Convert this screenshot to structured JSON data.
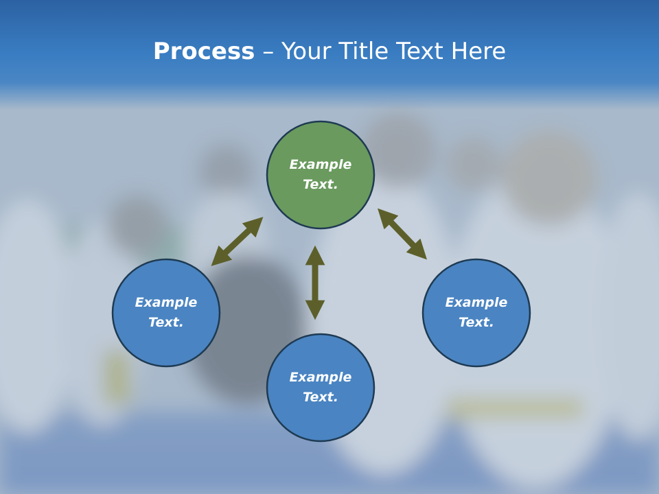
{
  "title": {
    "bold": "Process",
    "rest": " – Your Title Text Here"
  },
  "nodes": [
    {
      "id": "top",
      "line1": "Example",
      "line2": "Text.",
      "color": "#6a9a5e"
    },
    {
      "id": "left",
      "line1": "Example",
      "line2": "Text.",
      "color": "#4a84c2"
    },
    {
      "id": "right",
      "line1": "Example",
      "line2": "Text.",
      "color": "#4a84c2"
    },
    {
      "id": "bottom",
      "line1": "Example",
      "line2": "Text.",
      "color": "#4a84c2"
    }
  ],
  "arrow_color": "#5d5f2a",
  "node_border_color": "#1e3a52"
}
